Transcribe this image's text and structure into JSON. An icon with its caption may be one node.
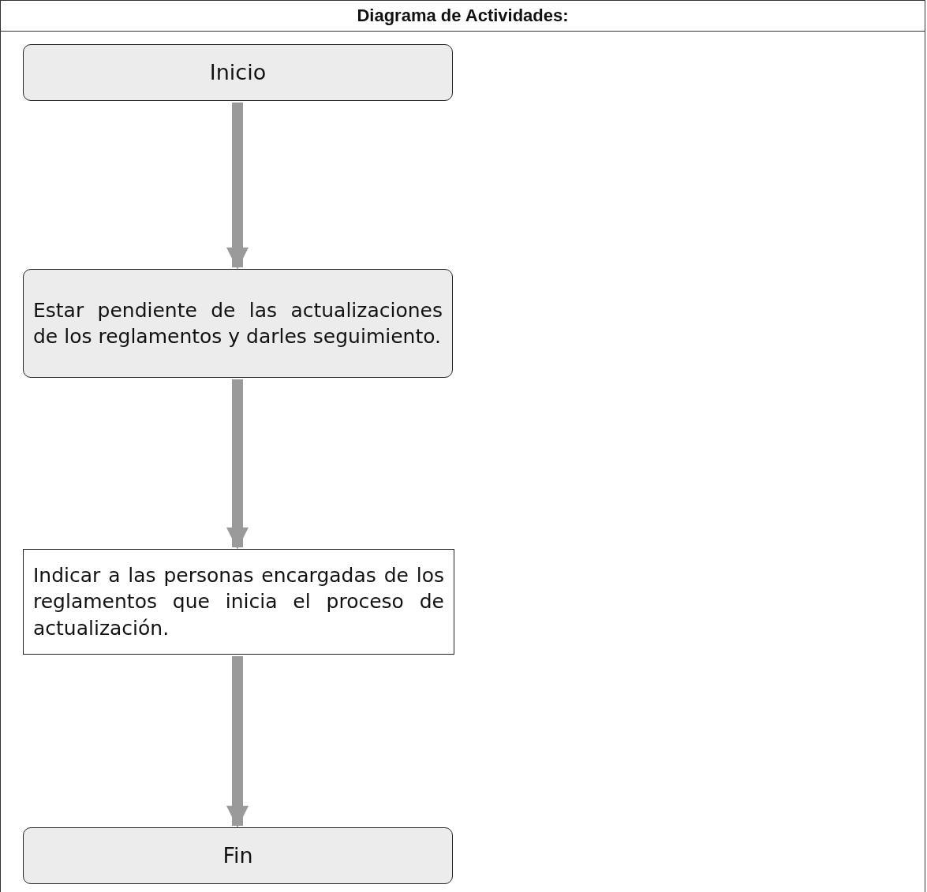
{
  "diagram": {
    "title": "Diagrama de Actividades:",
    "nodes": [
      {
        "text": [
          "Inicio"
        ]
      },
      {
        "text": [
          "Estar pendiente de las actualizaciones de los reglamentos y darles seguimiento."
        ]
      },
      {
        "text": [
          "Indicar a las personas encargadas de los reglamentos que inicia el proceso de actualización."
        ]
      },
      {
        "text": [
          "Fin"
        ]
      }
    ],
    "edges": [
      {
        "from": 0,
        "to": 1,
        "arrow": "to"
      },
      {
        "from": 1,
        "to": 2,
        "arrow": "to"
      },
      {
        "from": 2,
        "to": 3,
        "arrow": "to"
      }
    ]
  }
}
